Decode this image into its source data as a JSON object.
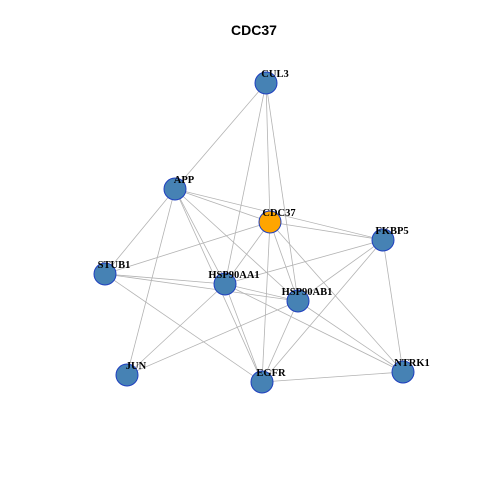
{
  "title": "CDC37",
  "colors": {
    "default_node": "#4682b4",
    "focus_node": "#ffa500",
    "node_border": "#1f3fbf",
    "edge": "#b3b3b3"
  },
  "nodes": [
    {
      "id": "CUL3",
      "label": "CUL3",
      "focus": false
    },
    {
      "id": "APP",
      "label": "APP",
      "focus": false
    },
    {
      "id": "CDC37",
      "label": "CDC37",
      "focus": true
    },
    {
      "id": "FKBP5",
      "label": "FKBP5",
      "focus": false
    },
    {
      "id": "STUB1",
      "label": "STUB1",
      "focus": false
    },
    {
      "id": "HSP90AA1",
      "label": "HSP90AA1",
      "focus": false
    },
    {
      "id": "HSP90AB1",
      "label": "HSP90AB1",
      "focus": false
    },
    {
      "id": "JUN",
      "label": "JUN",
      "focus": false
    },
    {
      "id": "EGFR",
      "label": "EGFR",
      "focus": false
    },
    {
      "id": "NTRK1",
      "label": "NTRK1",
      "focus": false
    }
  ],
  "edges": [
    [
      "CUL3",
      "APP"
    ],
    [
      "CUL3",
      "CDC37"
    ],
    [
      "CUL3",
      "HSP90AA1"
    ],
    [
      "CUL3",
      "HSP90AB1"
    ],
    [
      "APP",
      "CDC37"
    ],
    [
      "APP",
      "FKBP5"
    ],
    [
      "APP",
      "STUB1"
    ],
    [
      "APP",
      "HSP90AA1"
    ],
    [
      "APP",
      "HSP90AB1"
    ],
    [
      "APP",
      "JUN"
    ],
    [
      "APP",
      "EGFR"
    ],
    [
      "CDC37",
      "FKBP5"
    ],
    [
      "CDC37",
      "STUB1"
    ],
    [
      "CDC37",
      "HSP90AA1"
    ],
    [
      "CDC37",
      "HSP90AB1"
    ],
    [
      "CDC37",
      "EGFR"
    ],
    [
      "CDC37",
      "NTRK1"
    ],
    [
      "FKBP5",
      "HSP90AA1"
    ],
    [
      "FKBP5",
      "HSP90AB1"
    ],
    [
      "FKBP5",
      "EGFR"
    ],
    [
      "FKBP5",
      "NTRK1"
    ],
    [
      "STUB1",
      "HSP90AA1"
    ],
    [
      "STUB1",
      "HSP90AB1"
    ],
    [
      "STUB1",
      "EGFR"
    ],
    [
      "HSP90AA1",
      "HSP90AB1"
    ],
    [
      "HSP90AA1",
      "JUN"
    ],
    [
      "HSP90AA1",
      "EGFR"
    ],
    [
      "HSP90AA1",
      "NTRK1"
    ],
    [
      "HSP90AB1",
      "JUN"
    ],
    [
      "HSP90AB1",
      "EGFR"
    ],
    [
      "HSP90AB1",
      "NTRK1"
    ],
    [
      "EGFR",
      "NTRK1"
    ]
  ]
}
